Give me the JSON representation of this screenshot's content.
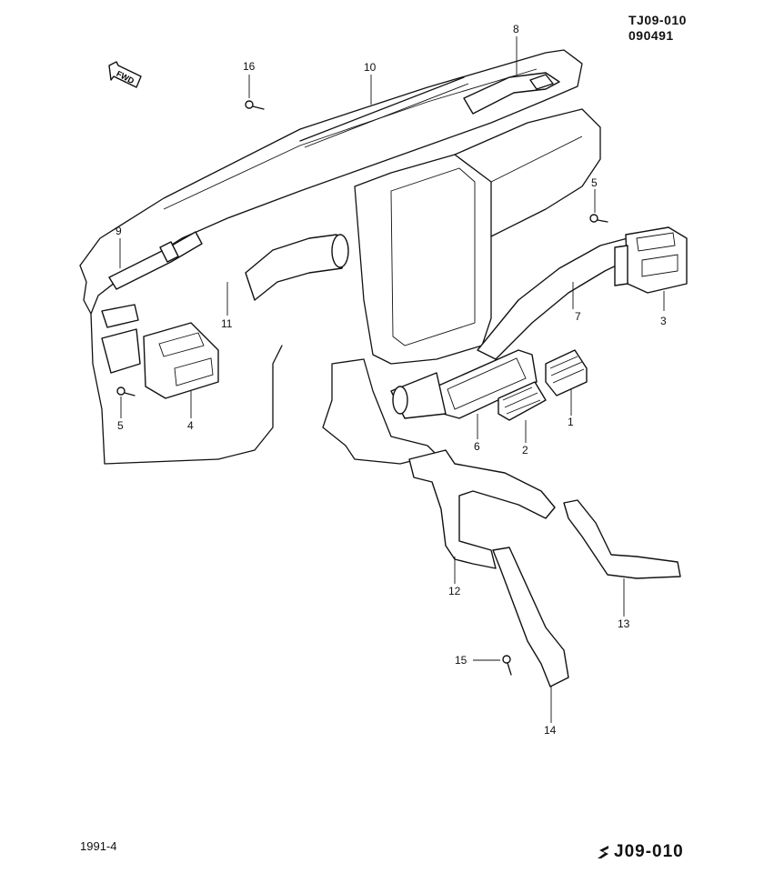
{
  "header": {
    "code_line1": "TJ09-010",
    "code_line2": "090491"
  },
  "orientation": {
    "label": "FWD"
  },
  "callouts": [
    {
      "id": "1",
      "label": "1"
    },
    {
      "id": "2",
      "label": "2"
    },
    {
      "id": "3",
      "label": "3"
    },
    {
      "id": "4",
      "label": "4"
    },
    {
      "id": "5a",
      "label": "5"
    },
    {
      "id": "5b",
      "label": "5"
    },
    {
      "id": "6",
      "label": "6"
    },
    {
      "id": "7",
      "label": "7"
    },
    {
      "id": "8",
      "label": "8"
    },
    {
      "id": "9",
      "label": "9"
    },
    {
      "id": "10",
      "label": "10"
    },
    {
      "id": "11",
      "label": "11"
    },
    {
      "id": "12",
      "label": "12"
    },
    {
      "id": "13",
      "label": "13"
    },
    {
      "id": "14",
      "label": "14"
    },
    {
      "id": "15",
      "label": "15"
    },
    {
      "id": "16",
      "label": "16"
    }
  ],
  "footer": {
    "date": "1991-4",
    "code": "J09-010",
    "brand_icon": "suzuki-s-logo-icon"
  }
}
